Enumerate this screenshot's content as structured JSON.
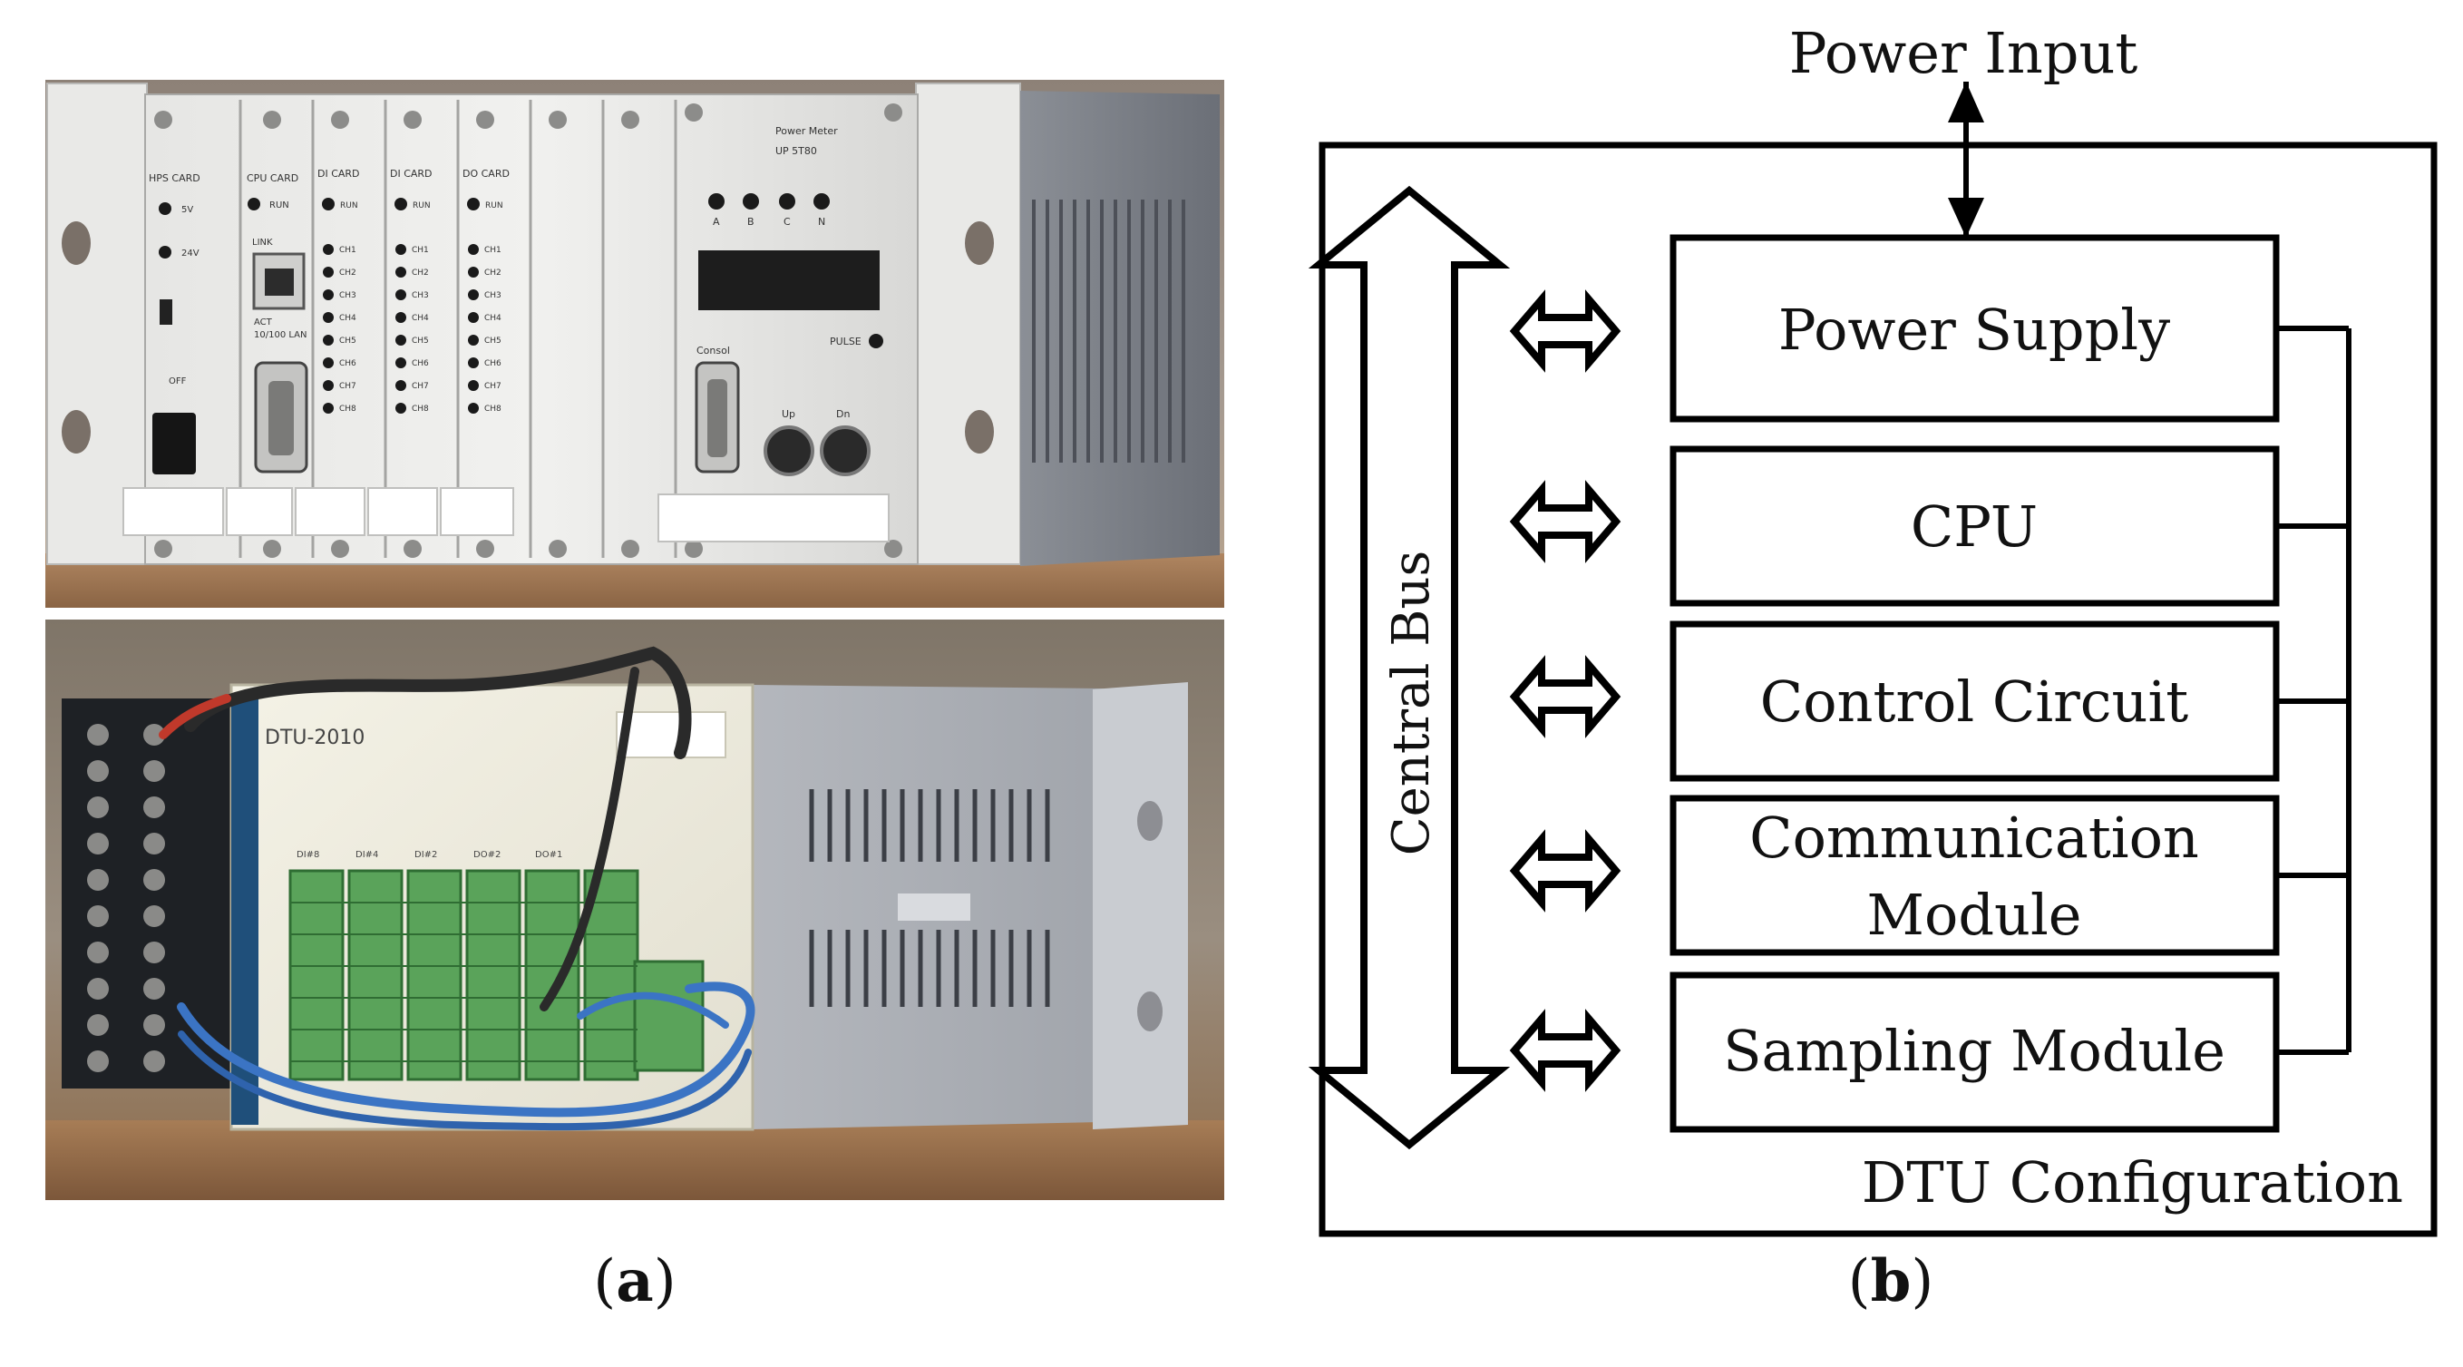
{
  "figure": {
    "panel_a": {
      "caption_open": "(",
      "caption_letter": "a",
      "caption_close": ")",
      "top_photo": {
        "cards": [
          "HPS CARD",
          "CPU CARD",
          "DI CARD",
          "DI CARD",
          "DO CARD"
        ],
        "card_labels_extra": [
          "5V",
          "24V",
          "OFF",
          "RUN",
          "LINK",
          "ACT",
          "10/100 LAN"
        ],
        "channels": [
          "CH1",
          "CH2",
          "CH3",
          "CH4",
          "CH5",
          "CH6",
          "CH7",
          "CH8"
        ],
        "meter_title": "Power Meter",
        "meter_model": "UP 5T80",
        "meter_leds": [
          "A",
          "B",
          "C",
          "N"
        ],
        "console_label": "Consol",
        "pulse_label": "PULSE",
        "button_labels": [
          "Up",
          "Dn"
        ]
      },
      "bottom_photo": {
        "model_label": "DTU-2010",
        "block_labels": [
          "DI#8",
          "DI#4",
          "DI#2",
          "DO#2",
          "DO#1"
        ]
      }
    },
    "panel_b": {
      "caption_open": "(",
      "caption_letter": "b",
      "caption_close": ")",
      "power_input_label": "Power Input",
      "bus_label": "Central Bus",
      "config_label": "DTU Configuration",
      "modules": [
        {
          "lines": [
            "Power Supply"
          ]
        },
        {
          "lines": [
            "CPU"
          ]
        },
        {
          "lines": [
            "Control Circuit"
          ]
        },
        {
          "lines": [
            "Communication",
            "Module"
          ]
        },
        {
          "lines": [
            "Sampling Module"
          ]
        }
      ]
    }
  }
}
